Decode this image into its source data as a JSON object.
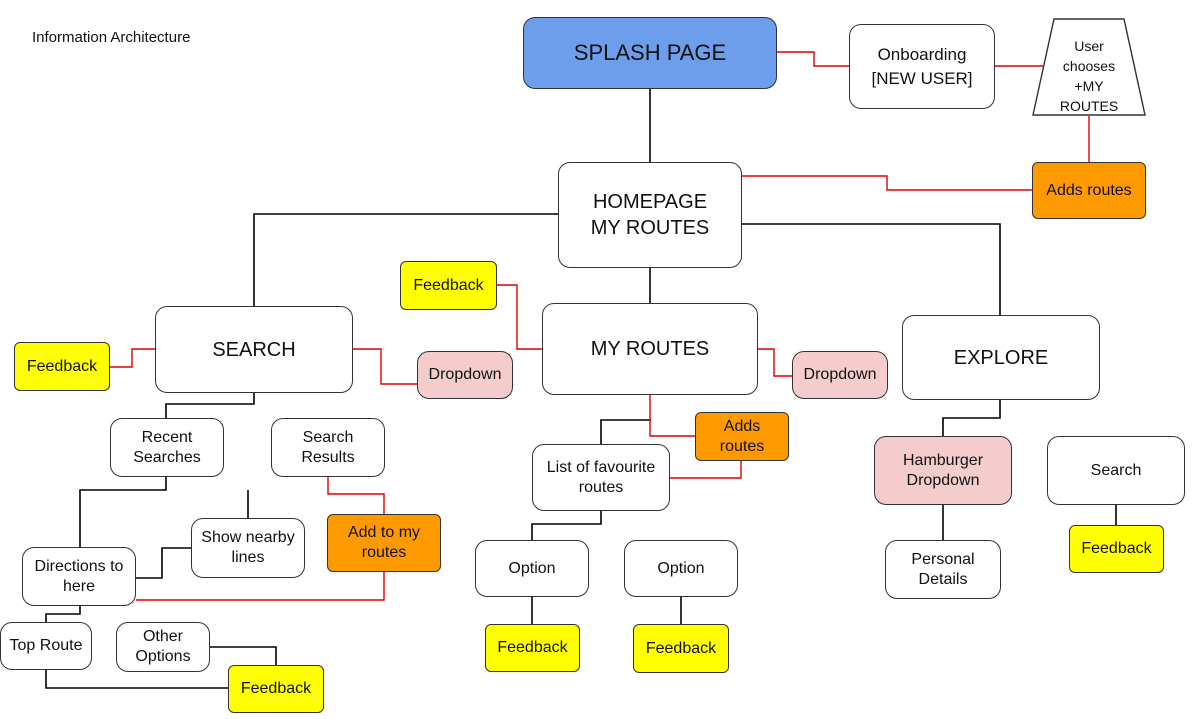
{
  "title": "Information Architecture",
  "colors": {
    "splash": "#6d9eeb",
    "feedback": "#ffff00",
    "adds": "#ff9900",
    "dropdown": "#f4cccc",
    "primary_edge": "#000000",
    "secondary_edge": "#e00000"
  },
  "nodes": {
    "splash": "SPLASH PAGE",
    "onboarding": "Onboarding\n[NEW USER]",
    "user_chooses": "User\nchooses\n+MY\nROUTES",
    "adds_routes_top": "Adds routes",
    "homepage": "HOMEPAGE\nMY ROUTES",
    "search": "SEARCH",
    "search_feedback": "Feedback",
    "search_dropdown": "Dropdown",
    "recent_searches": "Recent\nSearches",
    "search_results": "Search\nResults",
    "show_nearby": "Show nearby\nlines",
    "add_to_my_routes": "Add to my\nroutes",
    "directions": "Directions to\nhere",
    "top_route": "Top Route",
    "other_options": "Other\nOptions",
    "directions_feedback": "Feedback",
    "myroutes": "MY ROUTES",
    "myroutes_feedback": "Feedback",
    "myroutes_dropdown": "Dropdown",
    "myroutes_adds": "Adds\nroutes",
    "favourites": "List of favourite\nroutes",
    "option1": "Option",
    "option2": "Option",
    "option1_feedback": "Feedback",
    "option2_feedback": "Feedback",
    "explore": "EXPLORE",
    "hamburger": "Hamburger\nDropdown",
    "explore_search": "Search",
    "personal": "Personal\nDetails",
    "explore_feedback": "Feedback"
  }
}
